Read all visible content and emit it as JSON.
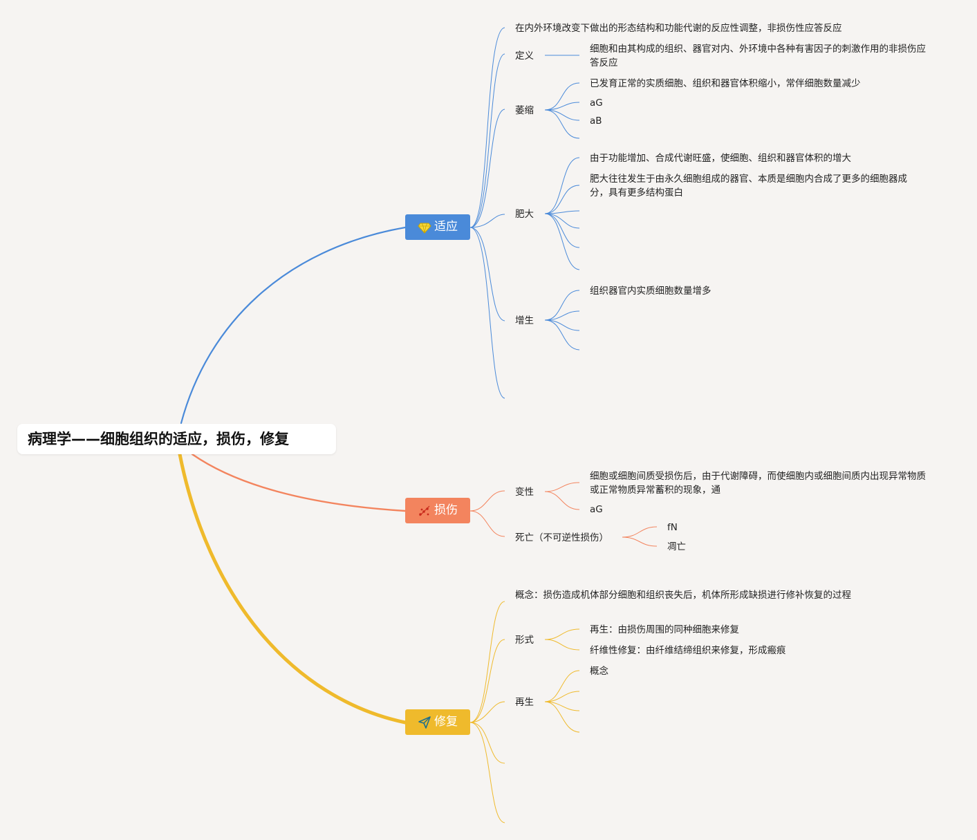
{
  "root": {
    "title": "病理学——细胞组织的适应，损伤，修复"
  },
  "colors": {
    "blue": "#4a8ad9",
    "orange": "#f3845e",
    "yellow": "#efba2c",
    "background": "#f6f4f2"
  },
  "branches": [
    {
      "label": "适应",
      "icon": "diamond-icon",
      "definition_text": "在内外环境改变下做出的形态结构和功能代谢的反应性调整，非损伤性应答反应",
      "children": [
        {
          "label": "定义",
          "children": [
            "细胞和由其构成的组织、器官对内、外环境中各种有害因子的刺激作用的非损伤应答反应"
          ]
        },
        {
          "label": "萎缩",
          "children": [
            "已发育正常的实质细胞、组织和器官体积缩小，常伴细胞数量减少",
            "aG",
            "aB"
          ]
        },
        {
          "label": "肥大",
          "children": [
            "由于功能增加、合成代谢旺盛，使细胞、组织和器官体积的增大",
            "肥大往往发生于由永久细胞组成的器官、本质是细胞内合成了更多的细胞器成分，具有更多结构蛋白"
          ]
        },
        {
          "label": "增生",
          "children": [
            "组织器官内实质细胞数量增多"
          ]
        }
      ]
    },
    {
      "label": "损伤",
      "icon": "scatter-icon",
      "children": [
        {
          "label": "变性",
          "children": [
            "细胞或细胞间质受损伤后，由于代谢障碍，而使细胞内或细胞间质内出现异常物质或正常物质异常蓄积的现象，通",
            "aG"
          ]
        },
        {
          "label": "死亡（不可逆性损伤）",
          "children": [
            "fN",
            "凋亡"
          ]
        }
      ]
    },
    {
      "label": "修复",
      "icon": "paper-plane-icon",
      "concept_text": "概念：损伤造成机体部分细胞和组织丧失后，机体所形成缺损进行修补恢复的过程",
      "children": [
        {
          "label": "形式",
          "children": [
            "再生：由损伤周围的同种细胞来修复",
            "纤维性修复：由纤维结缔组织来修复，形成瘢痕"
          ]
        },
        {
          "label": "再生",
          "children": [
            "概念"
          ]
        }
      ]
    }
  ]
}
